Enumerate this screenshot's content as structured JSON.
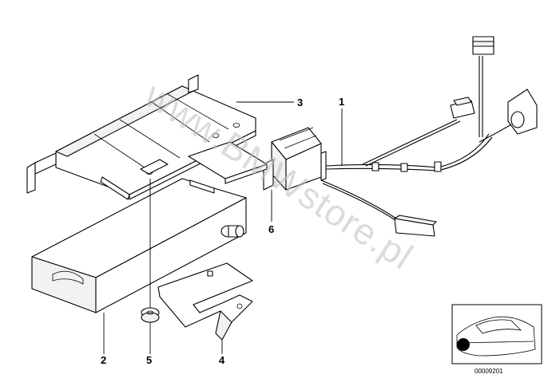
{
  "diagram": {
    "callouts": [
      {
        "id": "1",
        "label": "1"
      },
      {
        "id": "2",
        "label": "2"
      },
      {
        "id": "3",
        "label": "3"
      },
      {
        "id": "4",
        "label": "4"
      },
      {
        "id": "5",
        "label": "5"
      },
      {
        "id": "6",
        "label": "6"
      }
    ],
    "watermark": "www.BMWstore.pl",
    "thumbnail_code": "00009201"
  }
}
